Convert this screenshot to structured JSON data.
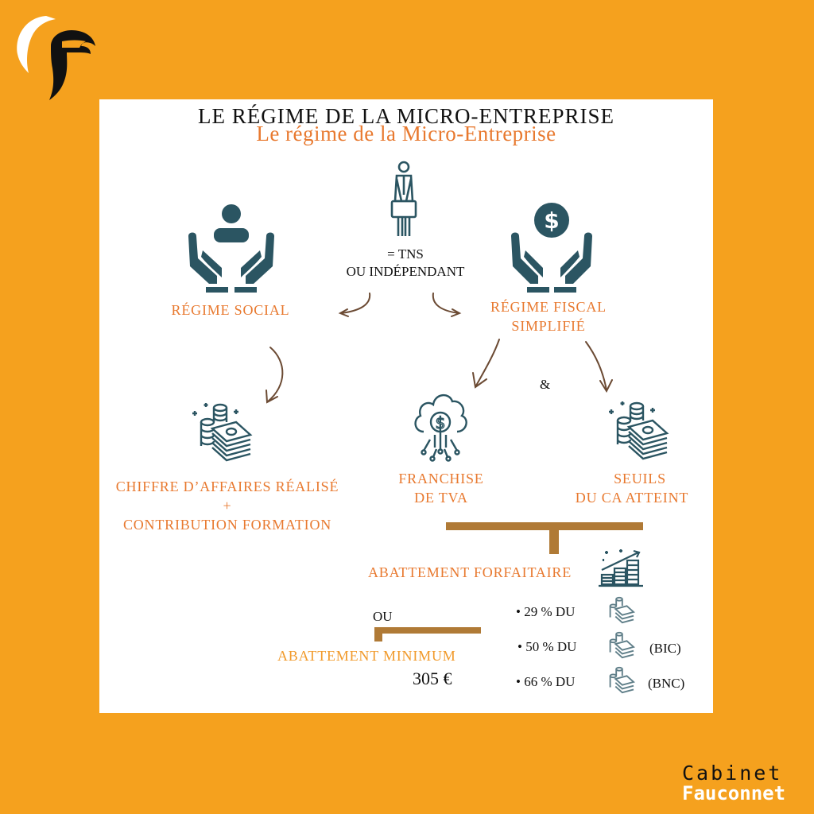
{
  "logo": {
    "icon": "falcon-f-logo-icon"
  },
  "header": {
    "title": "LE RÉGIME DE LA MICRO-ENTREPRISE",
    "subtitle": "Le régime de la Micro-Entreprise"
  },
  "center": {
    "icon": "businessman-briefcase-icon",
    "line1": "= TNS",
    "line2": "OU INDÉPENDANT"
  },
  "social": {
    "icon": "hands-holding-person-icon",
    "label": "RÉGIME SOCIAL",
    "child": {
      "icon": "money-stack-coins-icon",
      "line1": "CHIFFRE D’AFFAIRES RÉALISÉ",
      "line2": "+",
      "line3": "CONTRIBUTION FORMATION"
    }
  },
  "fiscal": {
    "icon": "hands-holding-dollar-icon",
    "line1": "RÉGIME FISCAL",
    "line2": "SIMPLIFIÉ",
    "connector": "&",
    "children": [
      {
        "icon": "cloud-dollar-network-icon",
        "line1": "FRANCHISE",
        "line2": "DE TVA"
      },
      {
        "icon": "money-stack-coins-icon",
        "line1": "SEUILS",
        "line2": "DU CA ATTEINT"
      }
    ]
  },
  "abattement": {
    "forfaitaire_label": "ABATTEMENT FORFAITAIRE",
    "forfaitaire_icon": "growth-coins-chart-icon",
    "or_label": "OU",
    "minimum_label": "ABATTEMENT MINIMUM",
    "minimum_value": "305 €",
    "rates": [
      {
        "text": "• 29 % DU",
        "icon": "money-stack-coins-icon",
        "tag": ""
      },
      {
        "text": "• 50 % DU",
        "icon": "money-stack-coins-icon",
        "tag": "(BIC)"
      },
      {
        "text": "• 66 % DU",
        "icon": "money-stack-coins-icon",
        "tag": "(BNC)"
      }
    ]
  },
  "brand": {
    "line1": "Cabinet",
    "line2": "Fauconnet"
  },
  "colors": {
    "background": "#F5A11E",
    "accent": "#E8792F",
    "icon": "#2B5562",
    "bar": "#B07A36",
    "arrow": "#6B4A33"
  }
}
